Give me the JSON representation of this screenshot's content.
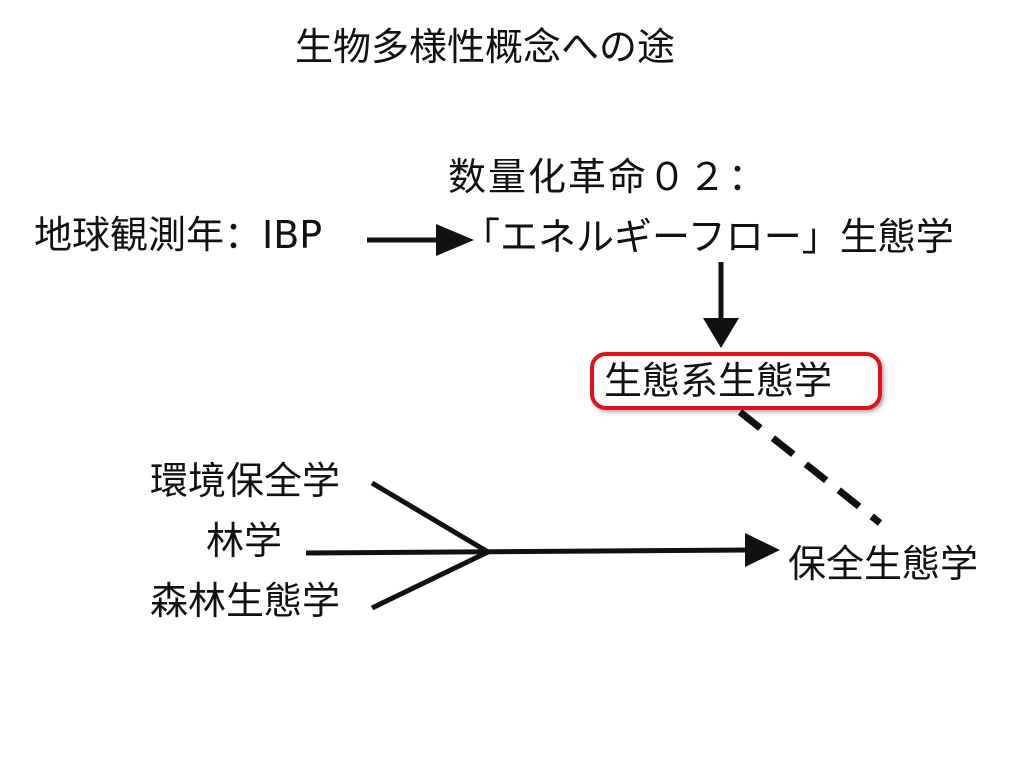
{
  "title": "生物多様性概念への途",
  "nodes": {
    "quantification_line1": "数量化革命０２：",
    "quantification_line2": "「エネルギーフロー」生態学",
    "ibp": "地球観測年：IBP",
    "ecosystem_ecology": "生態系生態学",
    "environmental_conservation": "環境保全学",
    "forestry": "林学",
    "forest_ecology": "森林生態学",
    "conservation_ecology": "保全生態学"
  },
  "colors": {
    "highlight_border": "#e3101c",
    "text": "#111111",
    "arrow": "#111111"
  }
}
